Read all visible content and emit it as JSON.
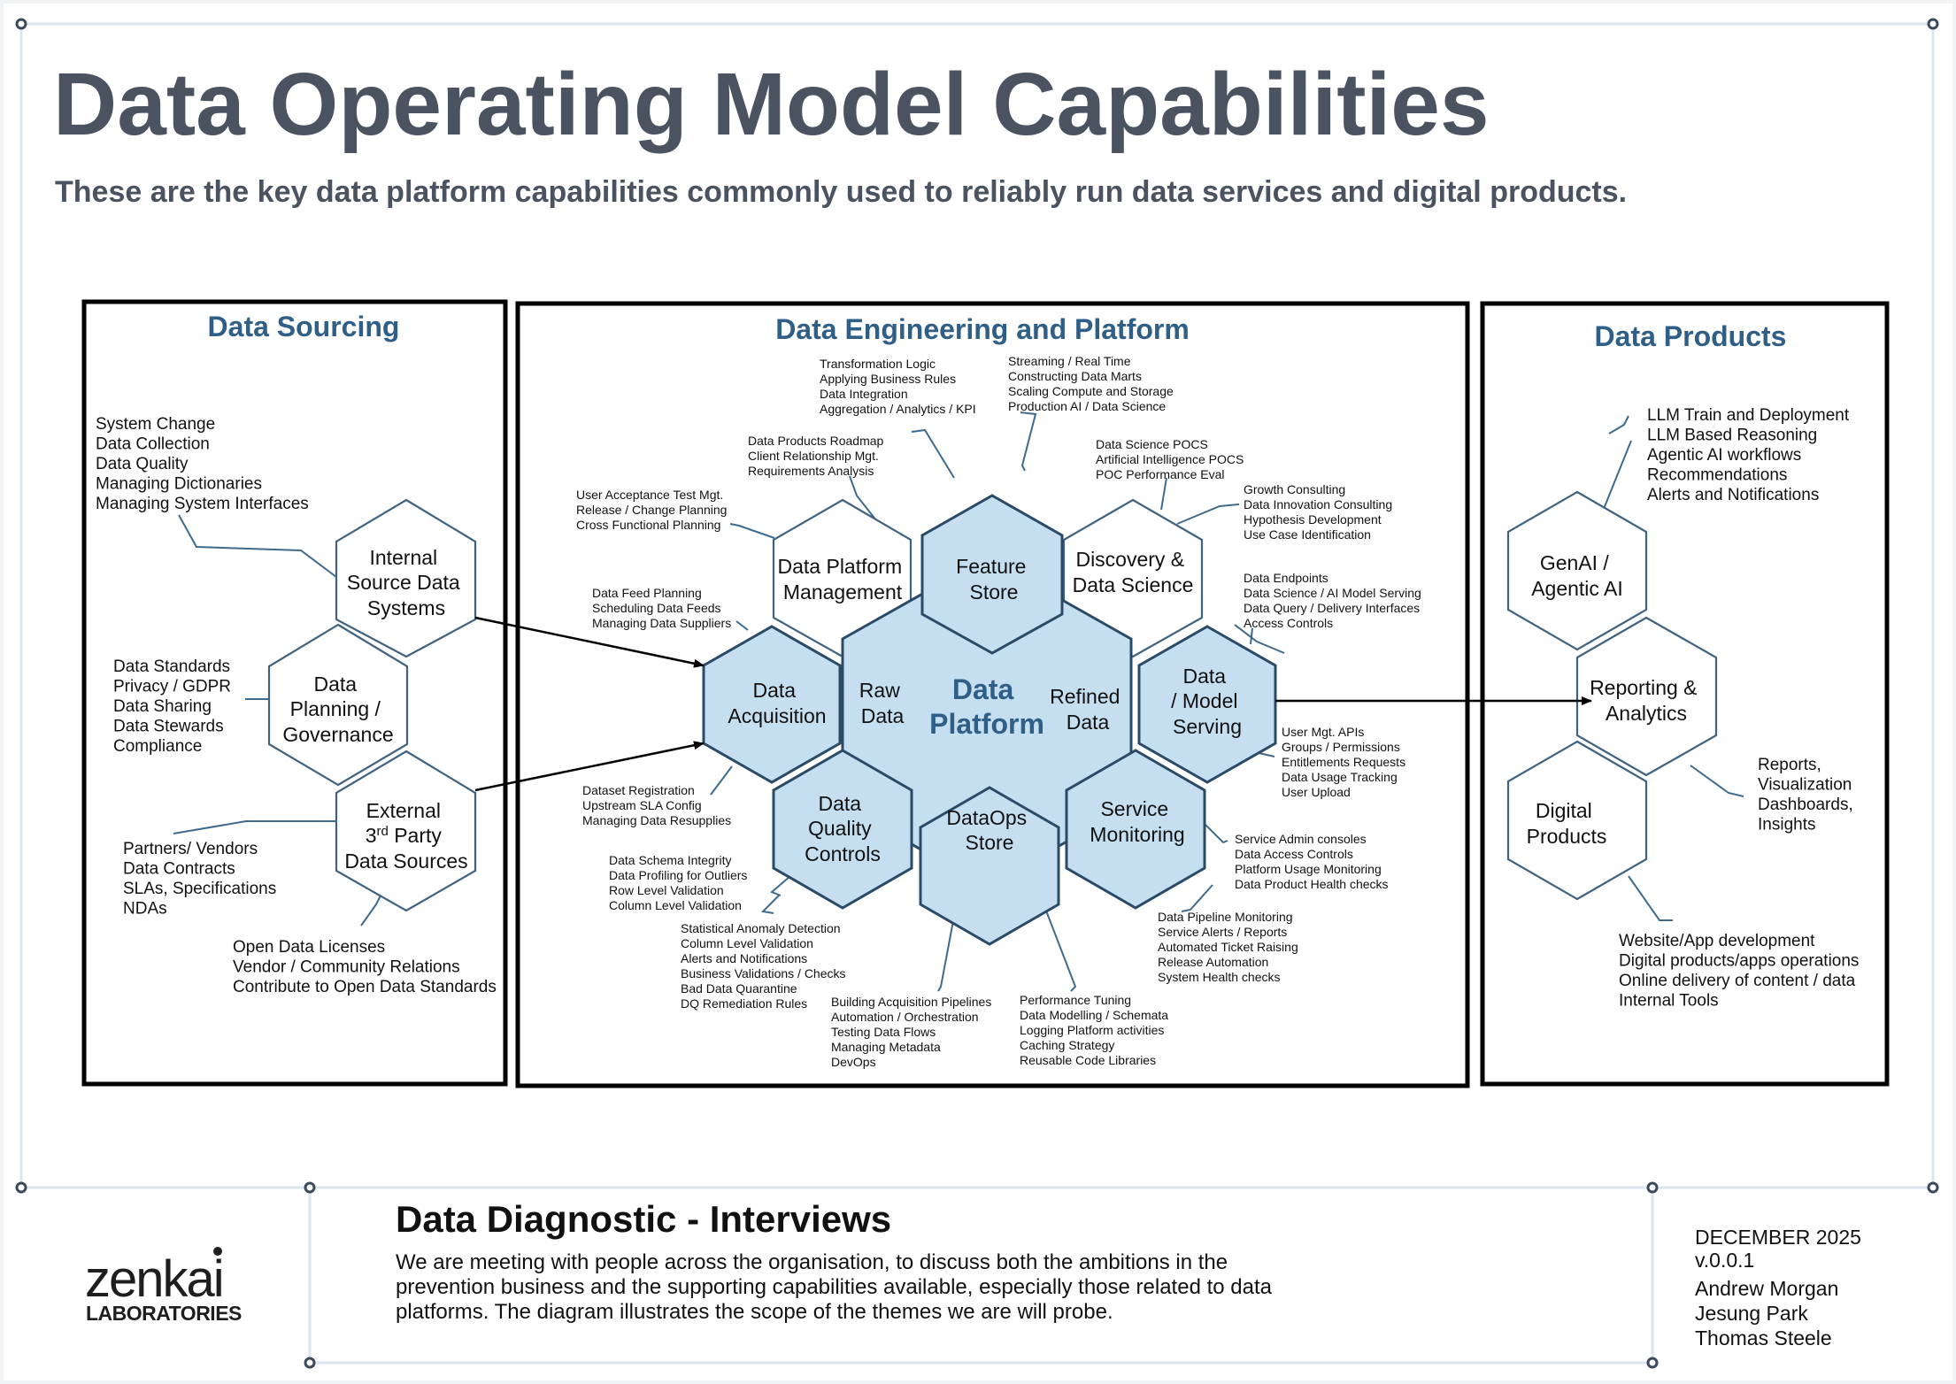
{
  "header": {
    "title": "Data Operating Model Capabilities",
    "subtitle": "These are the key data platform capabilities commonly used to reliably run data services and digital products."
  },
  "colors": {
    "hex_fill_blue": "#c5dff0",
    "hex_stroke_blue": "#2a4a66",
    "hex_stroke_grey": "#3f6280",
    "panel_title": "#2f5f86",
    "title_text": "#4b5361"
  },
  "panels": {
    "sourcing": "Data Sourcing",
    "engineering": "Data Engineering and Platform",
    "products": "Data Products"
  },
  "hexes": {
    "internal_source": [
      "Internal",
      "Source Data",
      "Systems"
    ],
    "planning": [
      "Data",
      "Planning /",
      "Governance"
    ],
    "external_source": [
      "External",
      "3rd Party",
      "Data Sources"
    ],
    "acquisition": [
      "Data",
      "Acquisition"
    ],
    "platform_mgmt": [
      "Data Platform",
      "Management"
    ],
    "feature_store": [
      "Feature",
      "Store"
    ],
    "discovery": [
      "Discovery &",
      "Data Science"
    ],
    "serving": [
      "Data",
      "/ Model",
      "Serving"
    ],
    "quality": [
      "Data",
      "Quality",
      "Controls"
    ],
    "dataops": [
      "DataOps",
      "Store"
    ],
    "monitoring": [
      "Service",
      "Monitoring"
    ],
    "data_platform": [
      "Data",
      "Platform"
    ],
    "raw_data": [
      "Raw",
      "Data"
    ],
    "refined_data": [
      "Refined",
      "Data"
    ],
    "genai": [
      "GenAI /",
      "Agentic AI"
    ],
    "reporting": [
      "Reporting &",
      "Analytics"
    ],
    "digital": [
      "Digital",
      "Products"
    ]
  },
  "notes": {
    "internal_source": [
      "System Change",
      "Data Collection",
      "Data Quality",
      "Managing Dictionaries",
      "Managing System Interfaces"
    ],
    "planning": [
      "Data Standards",
      "Privacy / GDPR",
      "Data Sharing",
      "Data Stewards",
      "Compliance"
    ],
    "external_partners": [
      "Partners/ Vendors",
      "Data Contracts",
      "SLAs, Specifications",
      "NDAs"
    ],
    "external_open": [
      "Open Data Licenses",
      "Vendor / Community Relations",
      "Contribute to Open Data Standards"
    ],
    "transformation": [
      "Transformation Logic",
      "Applying Business Rules",
      "Data Integration",
      "Aggregation / Analytics / KPI"
    ],
    "streaming": [
      "Streaming / Real Time",
      "Constructing Data Marts",
      "Scaling Compute and Storage",
      "Production AI / Data Science"
    ],
    "roadmap": [
      "Data Products Roadmap",
      "Client Relationship Mgt.",
      "Requirements Analysis"
    ],
    "uat": [
      "User Acceptance Test Mgt.",
      "Release / Change Planning",
      "Cross Functional Planning"
    ],
    "poc": [
      "Data Science POCS",
      "Artificial Intelligence POCS",
      "POC Performance Eval"
    ],
    "growth": [
      "Growth Consulting",
      "Data Innovation Consulting",
      "Hypothesis Development",
      "Use Case Identification"
    ],
    "feed": [
      "Data Feed Planning",
      "Scheduling Data Feeds",
      "Managing Data Suppliers"
    ],
    "endpoints": [
      "Data Endpoints",
      "Data Science / AI Model Serving",
      "Data Query / Delivery Interfaces",
      "Access Controls"
    ],
    "usermgt": [
      "User Mgt. APIs",
      "Groups / Permissions",
      "Entitlements Requests",
      "Data Usage Tracking",
      "User Upload"
    ],
    "registration": [
      "Dataset Registration",
      "Upstream SLA Config",
      "Managing Data Resupplies"
    ],
    "schema": [
      "Data Schema Integrity",
      "Data Profiling for Outliers",
      "Row Level Validation",
      "Column Level Validation"
    ],
    "service_admin": [
      "Service Admin consoles",
      "Data Access Controls",
      "Platform Usage Monitoring",
      "Data Product Health checks"
    ],
    "anomaly": [
      "Statistical Anomaly Detection",
      "Column Level Validation",
      "Alerts and Notifications",
      "Business Validations / Checks",
      "Bad Data Quarantine",
      "DQ Remediation Rules"
    ],
    "pipelines": [
      "Building Acquisition Pipelines",
      "Automation / Orchestration",
      "Testing Data Flows",
      "Managing Metadata",
      "DevOps"
    ],
    "tuning": [
      "Performance Tuning",
      "Data Modelling / Schemata",
      "Logging Platform activities",
      "Caching Strategy",
      "Reusable Code Libraries"
    ],
    "pipeline_mon": [
      "Data Pipeline Monitoring",
      "Service Alerts / Reports",
      "Automated Ticket Raising",
      "Release Automation",
      "System Health checks"
    ],
    "llm": [
      "LLM Train and Deployment",
      "LLM Based Reasoning",
      "Agentic AI workflows",
      "Recommendations",
      "Alerts and Notifications"
    ],
    "reports": [
      "Reports,",
      "Visualization",
      "Dashboards,",
      "Insights"
    ],
    "website": [
      "Website/App development",
      "Digital products/apps operations",
      "Online delivery of content / data",
      "Internal Tools"
    ]
  },
  "footer": {
    "logo_main": "zenkai",
    "logo_sub": "LABORATORIES",
    "heading": "Data Diagnostic - Interviews",
    "body": [
      "We are meeting with people across the organisation, to discuss both the ambitions in the",
      "prevention business and the supporting capabilities available, especially those related to data",
      "platforms. The diagram illustrates the scope of the themes we are will probe."
    ],
    "date": "DECEMBER 2025",
    "version": "v.0.0.1",
    "authors": [
      "Andrew Morgan",
      "Jesung Park",
      "Thomas Steele"
    ]
  }
}
